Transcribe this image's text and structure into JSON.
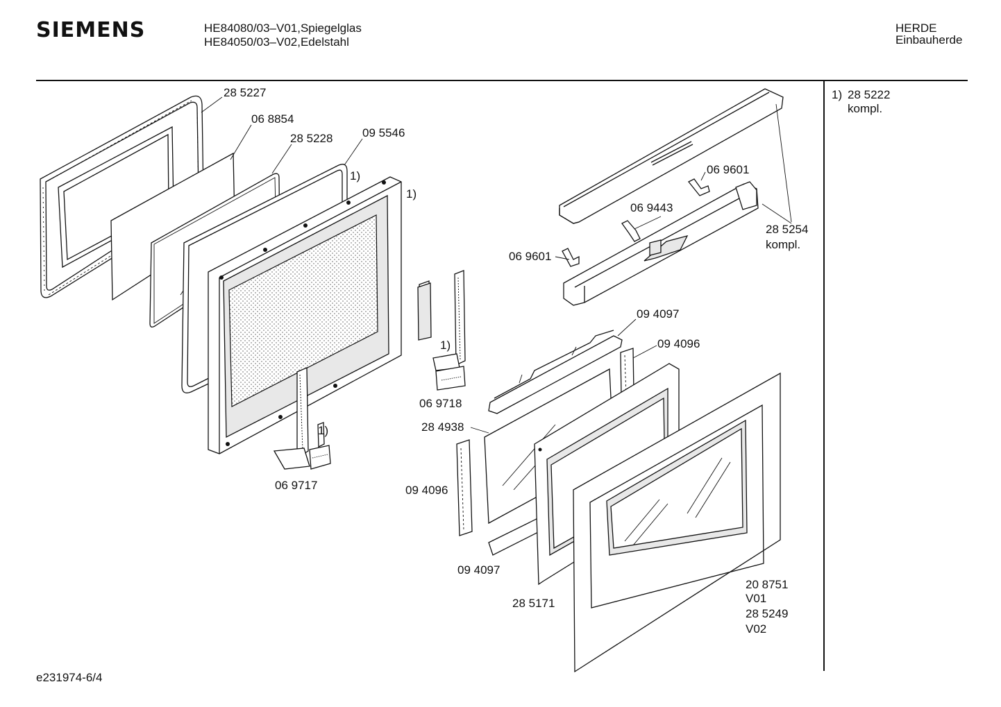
{
  "header": {
    "brand": "SIEMENS",
    "models": [
      "HE84080/03–V01,Spiegelglas",
      "HE84050/03–V02,Edelstahl"
    ],
    "category": "HERDE",
    "subcategory": "Einbauherde"
  },
  "footnote": {
    "marker": "1)",
    "part": "28 5222",
    "note": "kompl."
  },
  "footer": {
    "doc_id": "e231974-6/4"
  },
  "parts": {
    "p285227": "28 5227",
    "p068854": "06 8854",
    "p285228": "28 5228",
    "p095546": "09 5546",
    "ref1a": "1)",
    "ref1b": "1)",
    "p069601a": "06 9601",
    "p069443": "06 9443",
    "p069601b": "06 9601",
    "p285254": "28 5254",
    "p285254_note": "kompl.",
    "p094097a": "09 4097",
    "p094096a": "09 4096",
    "ref1c": "1)",
    "p069718": "06 9718",
    "p284938": "28 4938",
    "ref1d": "1)",
    "p069717": "06 9717",
    "p094096b": "09 4096",
    "p094097b": "09 4097",
    "p285171": "28 5171",
    "p208751": "20 8751",
    "v01": "V01",
    "p285249": "28 5249",
    "v02": "V02"
  }
}
